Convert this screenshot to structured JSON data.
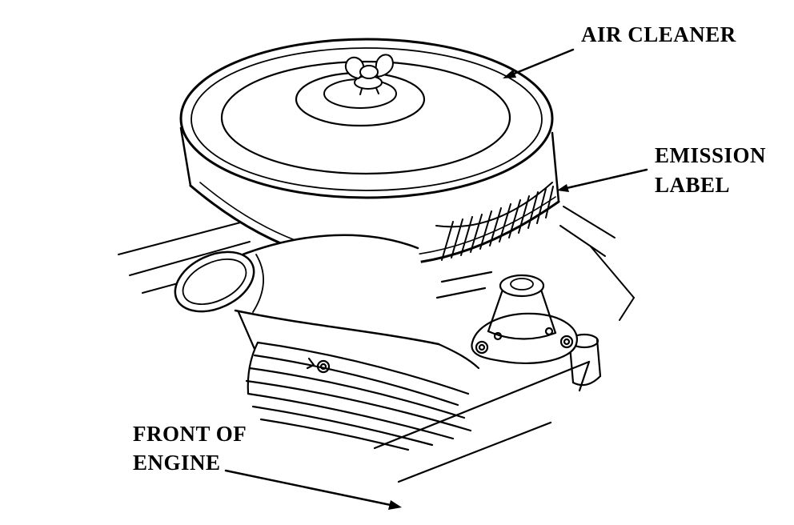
{
  "diagram": {
    "background_color": "#ffffff",
    "line_color": "#000000",
    "annotations": {
      "air_cleaner": {
        "label": "AIR CLEANER"
      },
      "emission_label": {
        "line1": "EMISSION",
        "line2": "LABEL"
      },
      "front_of_engine": {
        "line1": "FRONT OF",
        "line2": "ENGINE"
      }
    }
  }
}
